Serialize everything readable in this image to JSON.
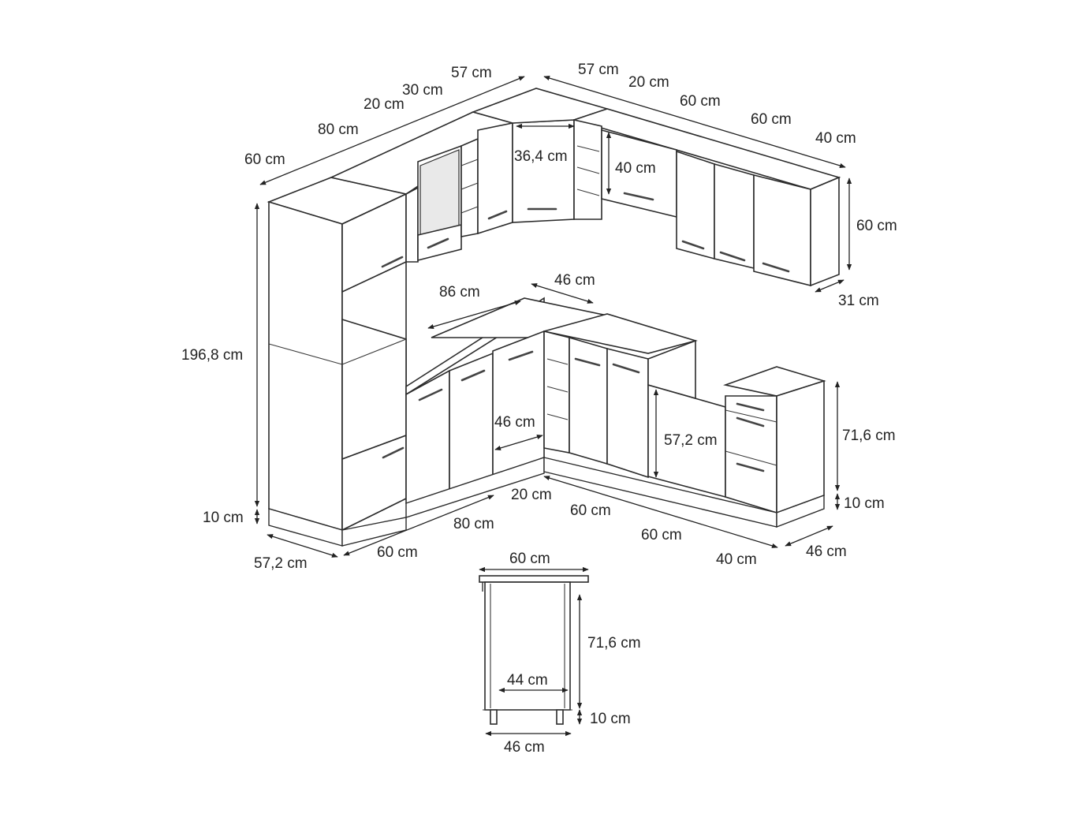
{
  "labels": {
    "top_left_60": "60 cm",
    "top_left_80": "80 cm",
    "top_left_20": "20 cm",
    "top_left_30": "30 cm",
    "top_left_57": "57 cm",
    "top_right_57": "57 cm",
    "top_right_20": "20 cm",
    "top_right_60a": "60 cm",
    "top_right_60b": "60 cm",
    "top_right_40": "40 cm",
    "corner_36_4": "36,4 cm",
    "upper_40": "40 cm",
    "upper_height_60": "60 cm",
    "upper_depth_31": "31 cm",
    "tall_height": "196,8 cm",
    "tall_plinth": "10 cm",
    "tall_depth": "57,2 cm",
    "base_86": "86 cm",
    "base_46_top": "46 cm",
    "base_46_inner": "46 cm",
    "base_57_2": "57,2 cm",
    "base_71_6": "71,6 cm",
    "base_plinth_10": "10 cm",
    "base_depth_46": "46 cm",
    "bottom_60": "60 cm",
    "bottom_80": "80 cm",
    "bottom_20": "20 cm",
    "bottom_60a": "60 cm",
    "bottom_60b": "60 cm",
    "bottom_40": "40 cm",
    "side_width_60": "60 cm",
    "side_height_71_6": "71,6 cm",
    "side_inner_44": "44 cm",
    "side_leg_10": "10 cm",
    "side_depth_46": "46 cm"
  }
}
